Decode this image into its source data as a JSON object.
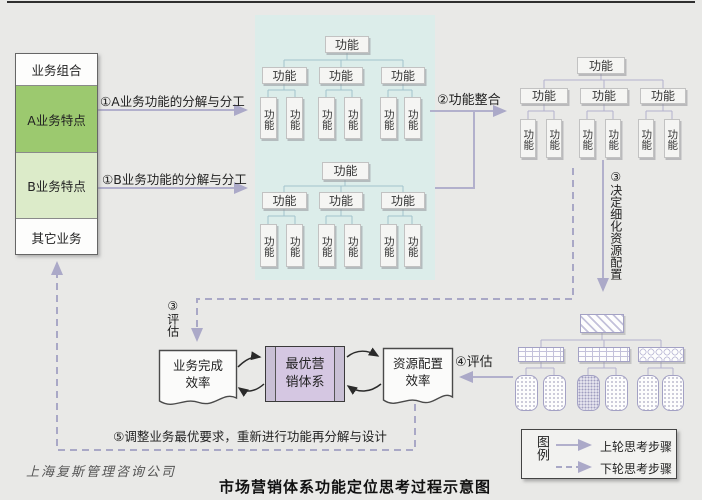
{
  "page": {
    "title": "市场营销体系功能定位思考过程示意图",
    "company": "上海复斯管理咨询公司"
  },
  "left_box": {
    "sections": [
      "业务组合",
      "A业务特点",
      "B业务特点",
      "其它业务"
    ]
  },
  "labels": {
    "func": "功能",
    "step1a": "①A业务功能的分解与分工",
    "step1b": "①B业务功能的分解与分工",
    "step2": "②功能整合",
    "step3_right": "③决定细化资源配置",
    "step3_eval": "③评估",
    "step4": "④评估",
    "step5": "⑤调整业务最优要求，重新进行功能再分解与设计"
  },
  "center": {
    "doc_left_line1": "业务完成",
    "doc_left_line2": "效率",
    "core_line1": "最优营",
    "core_line2": "销体系",
    "doc_right_line1": "资源配置",
    "doc_right_line2": "效率"
  },
  "legend": {
    "title": "图例",
    "solid_label": "上轮思考步骤",
    "dashed_label": "下轮思考步骤"
  },
  "colors": {
    "page_bg": "#e9e9e7",
    "panel_bg": "#dcedea",
    "section_a_green": "#9cc96f",
    "section_b_green": "#dcebc9",
    "core_purple": "#d5c7e2",
    "arrow_purple": "#b2b0cc",
    "black_arrow": "#2a2a2a"
  }
}
